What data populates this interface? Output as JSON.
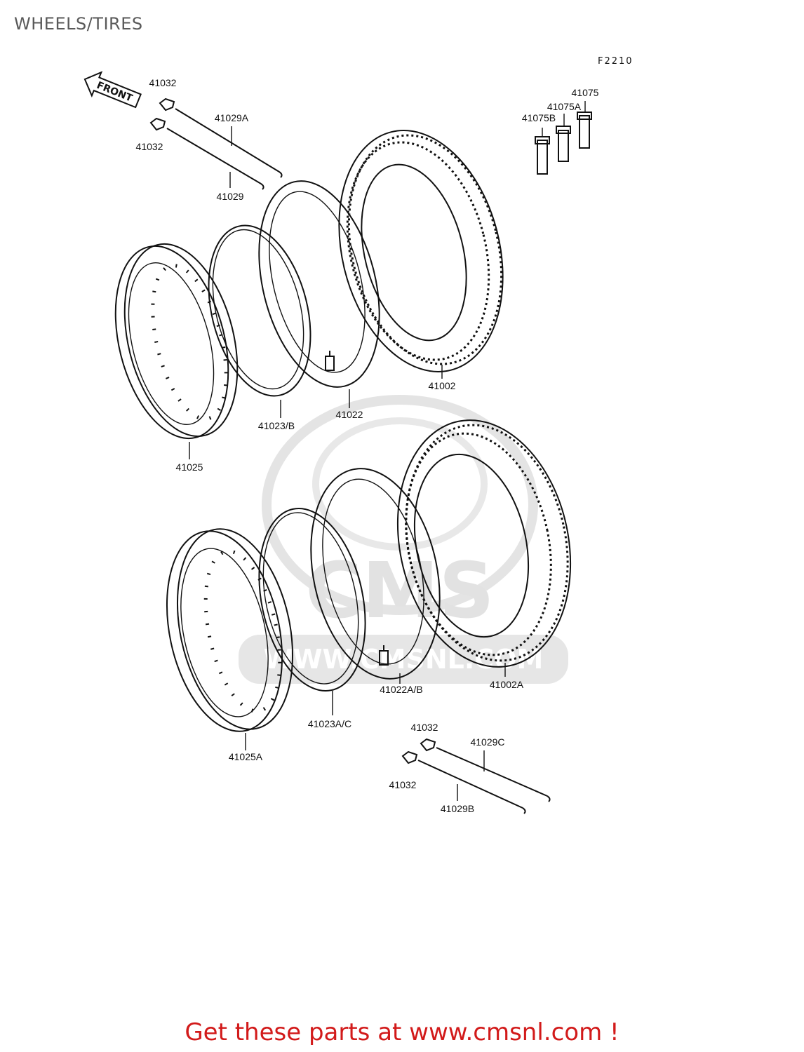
{
  "page": {
    "title": "WHEELS/TIRES",
    "figure_code": "F2210",
    "front_label": "FRONT",
    "watermark": "WWW.CMSNL.COM",
    "watermark_logo": "CMS",
    "cta": "Get these parts at www.cmsnl.com !"
  },
  "callouts": {
    "p41032_a": "41032",
    "p41032_b": "41032",
    "p41029A": "41029A",
    "p41029": "41029",
    "p41075": "41075",
    "p41075A": "41075A",
    "p41075B": "41075B",
    "p41002": "41002",
    "p41022": "41022",
    "p41023B": "41023/B",
    "p41025": "41025",
    "p41002A": "41002A",
    "p41022AB": "41022A/B",
    "p41023AC": "41023A/C",
    "p41025A": "41025A",
    "p41032_c": "41032",
    "p41032_d": "41032",
    "p41029C": "41029C",
    "p41029B": "41029B"
  }
}
